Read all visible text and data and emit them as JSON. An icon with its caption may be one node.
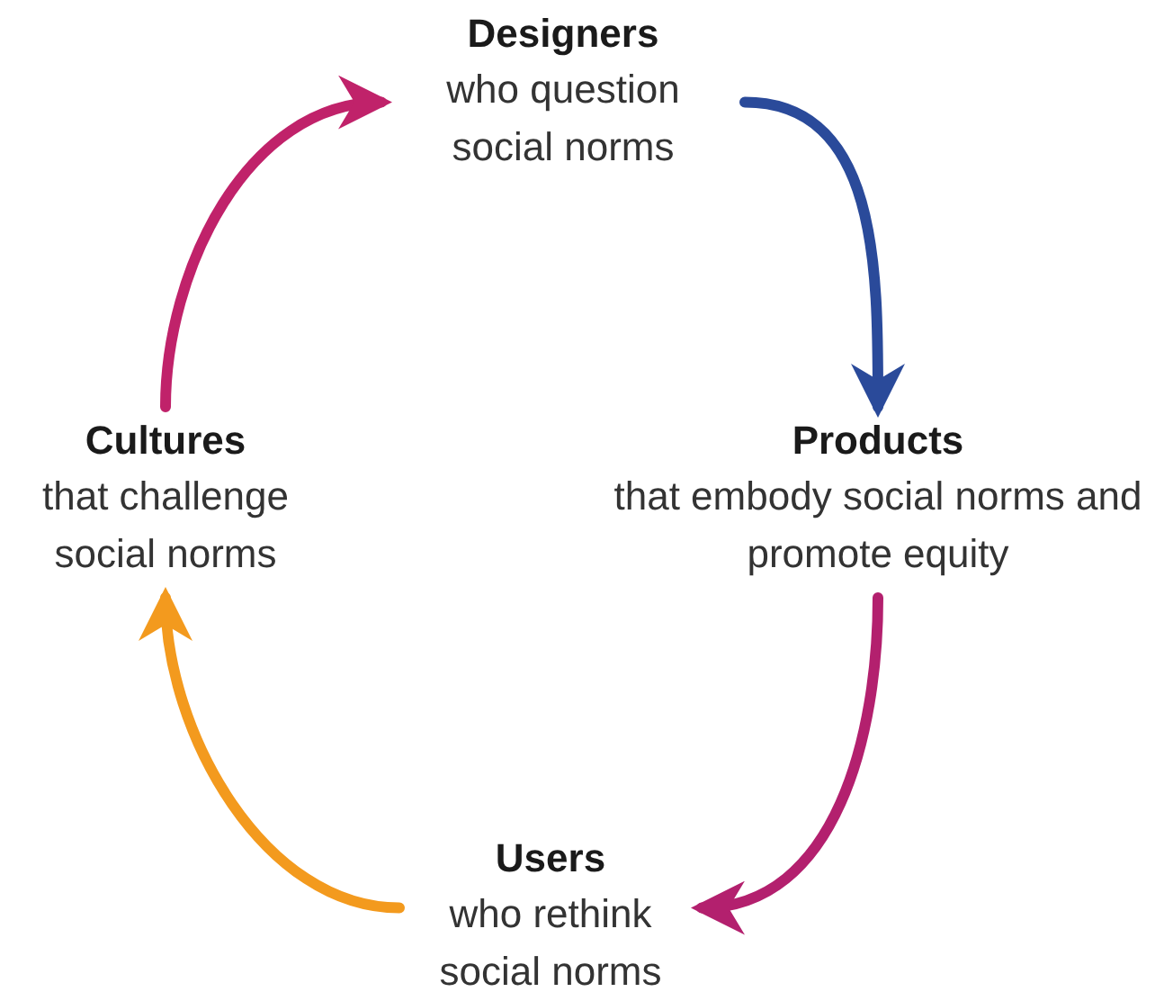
{
  "diagram": {
    "nodes": [
      {
        "text": [
          "Designers",
          "who question social norms"
        ]
      },
      {
        "text": [
          "Products",
          "that embody social norms and promote equity"
        ]
      },
      {
        "text": [
          "Users",
          "who rethink social norms"
        ]
      },
      {
        "text": [
          "Cultures",
          "that challenge social norms"
        ]
      }
    ],
    "edges": [
      {
        "from": 0,
        "to": 1,
        "arrow": "to",
        "color": "#2a4a9a"
      },
      {
        "from": 1,
        "to": 2,
        "arrow": "to",
        "color": "#b3206e"
      },
      {
        "from": 2,
        "to": 3,
        "arrow": "to",
        "color": "#f39a1e"
      },
      {
        "from": 3,
        "to": 0,
        "arrow": "to",
        "color": "#c0226a"
      }
    ]
  }
}
